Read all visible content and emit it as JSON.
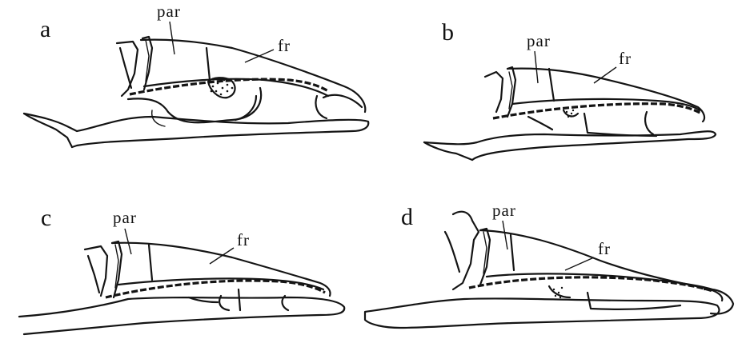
{
  "panels": [
    {
      "letter": "a",
      "par": "par",
      "fr": "fr"
    },
    {
      "letter": "b",
      "par": "par",
      "fr": "fr"
    },
    {
      "letter": "c",
      "par": "par",
      "fr": "fr"
    },
    {
      "letter": "d",
      "par": "par",
      "fr": "fr"
    }
  ]
}
